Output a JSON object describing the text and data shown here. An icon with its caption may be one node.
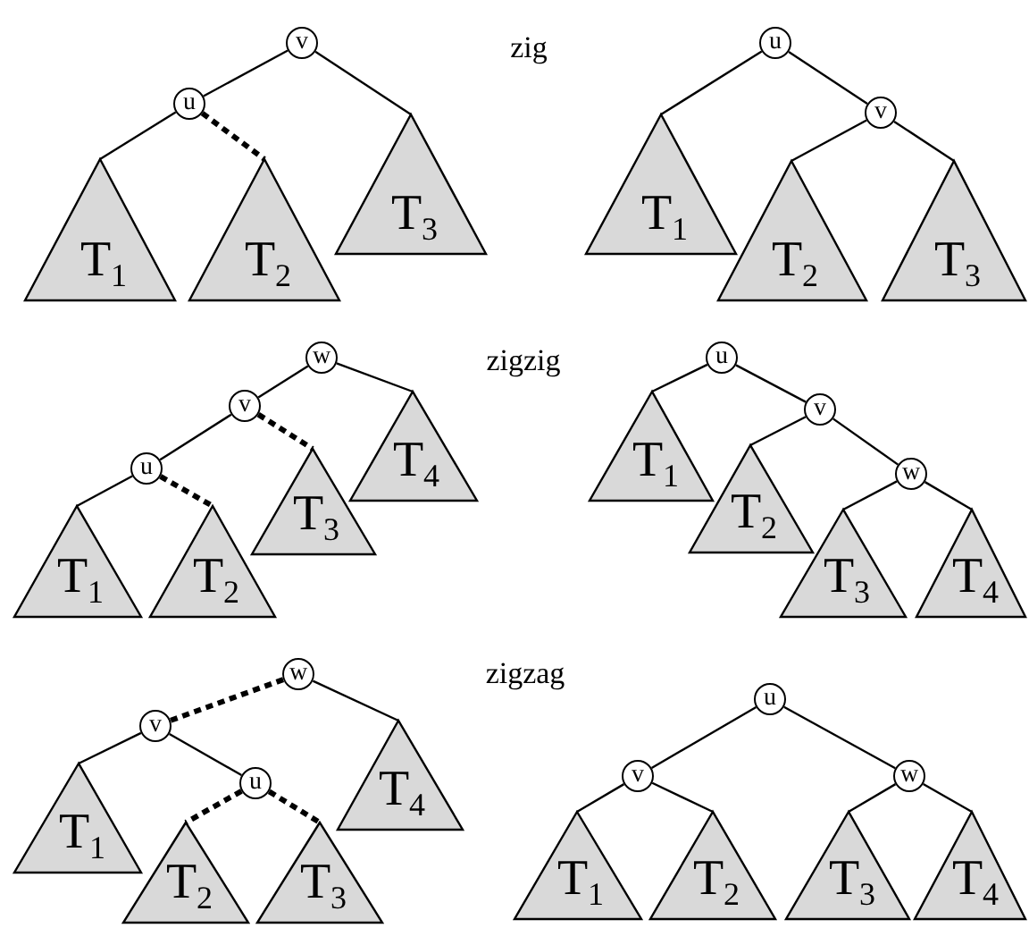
{
  "diagram": {
    "nodes": [
      {
        "text": [
          "v"
        ]
      },
      {
        "text": [
          "u"
        ]
      },
      {
        "text": [
          "T$_{1}$"
        ]
      },
      {
        "text": [
          "T$_{2}$"
        ]
      },
      {
        "text": [
          "T$_{3}$"
        ]
      },
      {
        "text": [
          "u"
        ]
      },
      {
        "text": [
          "v"
        ]
      },
      {
        "text": [
          "T$_{1}$"
        ]
      },
      {
        "text": [
          "T$_{2}$"
        ]
      },
      {
        "text": [
          "T$_{3}$"
        ]
      },
      {
        "text": [
          "w"
        ]
      },
      {
        "text": [
          "v"
        ]
      },
      {
        "text": [
          "u"
        ]
      },
      {
        "text": [
          "T$_{1}$"
        ]
      },
      {
        "text": [
          "T$_{2}$"
        ]
      },
      {
        "text": [
          "T$_{3}$"
        ]
      },
      {
        "text": [
          "T$_{4}$"
        ]
      },
      {
        "text": [
          "u"
        ]
      },
      {
        "text": [
          "v"
        ]
      },
      {
        "text": [
          "w"
        ]
      },
      {
        "text": [
          "T$_{1}$"
        ]
      },
      {
        "text": [
          "T$_{2}$"
        ]
      },
      {
        "text": [
          "T$_{3}$"
        ]
      },
      {
        "text": [
          "T$_{4}$"
        ]
      },
      {
        "text": [
          "w"
        ]
      },
      {
        "text": [
          "v"
        ]
      },
      {
        "text": [
          "u"
        ]
      },
      {
        "text": [
          "T$_{1}$"
        ]
      },
      {
        "text": [
          "T$_{2}$"
        ]
      },
      {
        "text": [
          "T$_{3}$"
        ]
      },
      {
        "text": [
          "T$_{4}$"
        ]
      },
      {
        "text": [
          "u"
        ]
      },
      {
        "text": [
          "v"
        ]
      },
      {
        "text": [
          "w"
        ]
      },
      {
        "text": [
          "T$_{1}$"
        ]
      },
      {
        "text": [
          "T$_{2}$"
        ]
      },
      {
        "text": [
          "T$_{3}$"
        ]
      },
      {
        "text": [
          "T$_{4}$"
        ]
      }
    ],
    "edges": [
      {
        "from": 0,
        "to": 1,
        "arrow": "none"
      },
      {
        "from": 1,
        "to": 2,
        "arrow": "none"
      },
      {
        "from": 1,
        "to": 3,
        "arrow": "none",
        "style": "dashed"
      },
      {
        "from": 0,
        "to": 4,
        "arrow": "none"
      },
      {
        "from": 5,
        "to": 7,
        "arrow": "none"
      },
      {
        "from": 5,
        "to": 6,
        "arrow": "none"
      },
      {
        "from": 6,
        "to": 8,
        "arrow": "none"
      },
      {
        "from": 6,
        "to": 9,
        "arrow": "none"
      },
      {
        "from": 10,
        "to": 11,
        "arrow": "none"
      },
      {
        "from": 10,
        "to": 16,
        "arrow": "none"
      },
      {
        "from": 11,
        "to": 12,
        "arrow": "none"
      },
      {
        "from": 11,
        "to": 15,
        "arrow": "none",
        "style": "dashed"
      },
      {
        "from": 12,
        "to": 13,
        "arrow": "none"
      },
      {
        "from": 12,
        "to": 14,
        "arrow": "none",
        "style": "dashed"
      },
      {
        "from": 17,
        "to": 20,
        "arrow": "none"
      },
      {
        "from": 17,
        "to": 18,
        "arrow": "none"
      },
      {
        "from": 18,
        "to": 21,
        "arrow": "none"
      },
      {
        "from": 18,
        "to": 19,
        "arrow": "none"
      },
      {
        "from": 19,
        "to": 22,
        "arrow": "none"
      },
      {
        "from": 19,
        "to": 23,
        "arrow": "none"
      },
      {
        "from": 24,
        "to": 25,
        "arrow": "none",
        "style": "dashed"
      },
      {
        "from": 24,
        "to": 30,
        "arrow": "none"
      },
      {
        "from": 25,
        "to": 27,
        "arrow": "none"
      },
      {
        "from": 25,
        "to": 26,
        "arrow": "none"
      },
      {
        "from": 26,
        "to": 28,
        "arrow": "none",
        "style": "dashed"
      },
      {
        "from": 26,
        "to": 29,
        "arrow": "none",
        "style": "dashed"
      },
      {
        "from": 31,
        "to": 32,
        "arrow": "none"
      },
      {
        "from": 31,
        "to": 33,
        "arrow": "none"
      },
      {
        "from": 32,
        "to": 34,
        "arrow": "none"
      },
      {
        "from": 32,
        "to": 35,
        "arrow": "none"
      },
      {
        "from": 33,
        "to": 36,
        "arrow": "none"
      },
      {
        "from": 33,
        "to": 37,
        "arrow": "none"
      }
    ],
    "labels": [
      "zig",
      "zigzig",
      "zigzag"
    ]
  }
}
